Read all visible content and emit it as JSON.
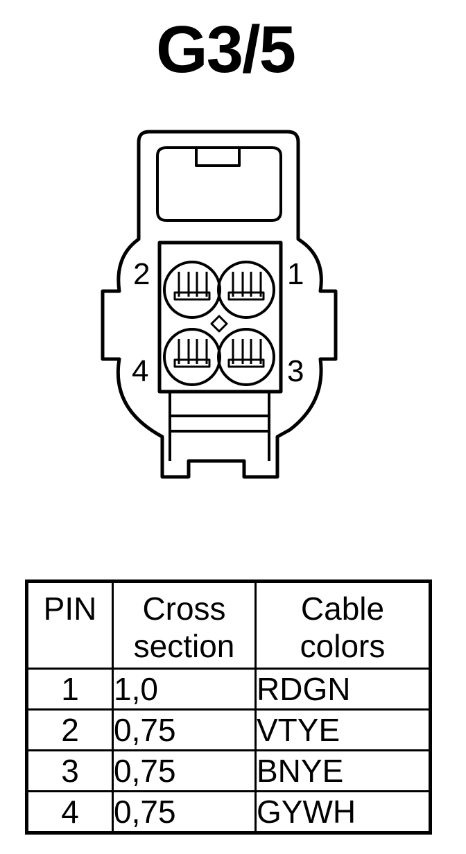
{
  "title": "G3/5",
  "connector": {
    "pin_labels": [
      "1",
      "2",
      "3",
      "4"
    ]
  },
  "table": {
    "headers": {
      "pin": "PIN",
      "cross_line1": "Cross",
      "cross_line2": "section",
      "colors_line1": "Cable",
      "colors_line2": "colors"
    },
    "rows": [
      {
        "pin": "1",
        "cross": "1,0",
        "color": "RDGN"
      },
      {
        "pin": "2",
        "cross": "0,75",
        "color": "VTYE"
      },
      {
        "pin": "3",
        "cross": "0,75",
        "color": "BNYE"
      },
      {
        "pin": "4",
        "cross": "0,75",
        "color": "GYWH"
      }
    ]
  }
}
